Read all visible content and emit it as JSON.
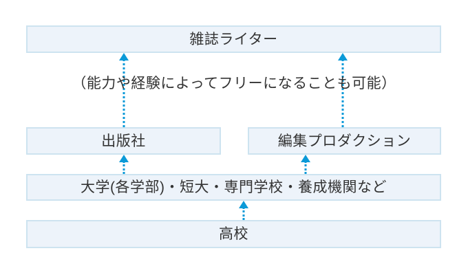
{
  "diagram": {
    "type": "flowchart-career-path",
    "title_text": "",
    "colors": {
      "box_fill": "#edf3fa",
      "box_border": "#cde3f0",
      "arrow": "#0b9ad8",
      "text": "#333333",
      "background": "#ffffff"
    },
    "nodes": [
      {
        "id": "writer",
        "label": "雑誌ライター"
      },
      {
        "id": "publisher",
        "label": "出版社"
      },
      {
        "id": "production",
        "label": "編集プロダクション"
      },
      {
        "id": "school",
        "label": "大学(各学部)・短大・専門学校・養成機関など"
      },
      {
        "id": "highschool",
        "label": "高校"
      }
    ],
    "annotations": [
      {
        "id": "freelance-note",
        "label": "（能力や経験によってフリーになることも可能）"
      }
    ],
    "arrows": [
      {
        "id": "publisher-to-writer",
        "style": "dotted-up"
      },
      {
        "id": "production-to-writer",
        "style": "dotted-up"
      },
      {
        "id": "school-to-publisher",
        "style": "dotted-up"
      },
      {
        "id": "school-to-production",
        "style": "dotted-up"
      },
      {
        "id": "highschool-to-school",
        "style": "dotted-up"
      }
    ]
  }
}
